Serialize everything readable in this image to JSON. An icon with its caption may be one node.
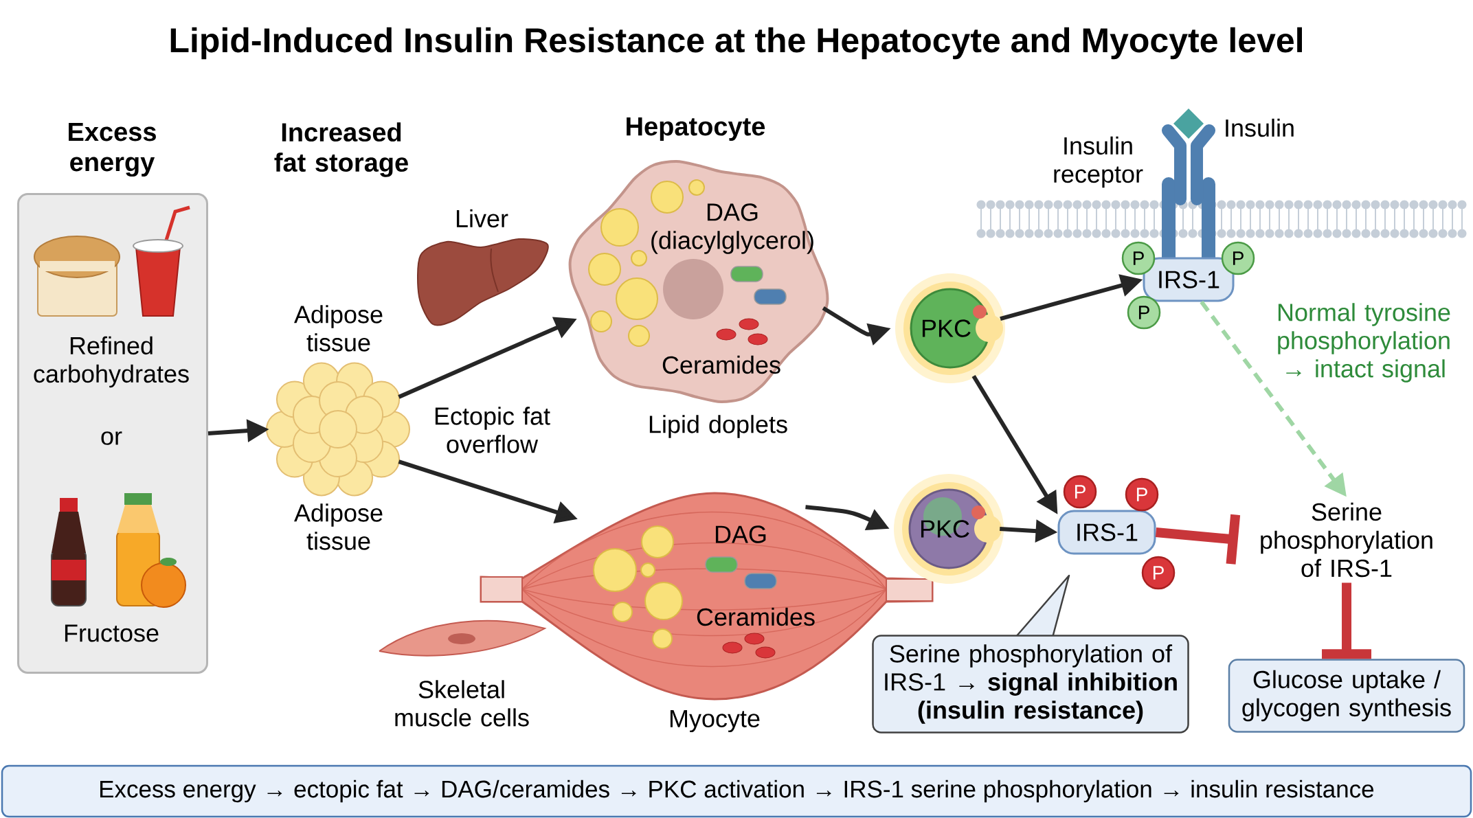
{
  "diagram": {
    "title": "Lipid-Induced Insulin Resistance at the Hepatocyte and Myocyte level",
    "nodes": [
      {
        "text": [
          "Excess energy",
          "Refined carbohydrates",
          "or",
          "Fructose"
        ]
      },
      {
        "text": [
          "Increased fat storage",
          "Adipose tissue",
          "Adipose tissue"
        ]
      },
      {
        "text": [
          "Hepatocyte",
          "DAG (diacylglycerol)",
          "Ceramides"
        ],
        "beside": [
          "Lipid doplets"
        ]
      },
      {
        "text": [
          "DAG",
          "Ceramides"
        ],
        "beside": [
          "Myocyte"
        ]
      },
      {
        "text": [
          "PKC"
        ]
      },
      {
        "text": [
          "PKC"
        ]
      },
      {
        "text": [
          "IRS-1"
        ]
      },
      {
        "text": [
          "P"
        ]
      },
      {
        "text": [
          "P"
        ]
      },
      {
        "text": [
          "P"
        ]
      },
      {
        "text": [
          "IRS-1"
        ]
      },
      {
        "text": [
          "P"
        ]
      },
      {
        "text": [
          "P"
        ]
      },
      {
        "text": [
          "P"
        ]
      },
      {
        "text": [
          "Serine phosphorylation of IRS-1"
        ]
      },
      {
        "text": [
          "Serine phosphorylation of IRS-1 → **signal inhibition (insulin resistance)**"
        ]
      },
      {
        "text": [
          "Glucose uptake / glycogen synthesis"
        ]
      },
      {
        "text": [
          "Excess energy → ectopic fat → DAG/ceramides → PKC activation → IRS-1 serine phosphorylation → insulin resistance"
        ]
      }
    ],
    "edges": [
      {
        "from": 0,
        "to": 1,
        "arrow": "to"
      },
      {
        "from": 1,
        "to": 2,
        "arrow": "to"
      },
      {
        "from": 1,
        "to": 3,
        "arrow": "to"
      },
      {
        "from": 2,
        "to": 4,
        "arrow": "to"
      },
      {
        "from": 3,
        "to": 5,
        "arrow": "to"
      },
      {
        "from": 4,
        "to": 6,
        "arrow": "to"
      },
      {
        "from": 4,
        "to": 10,
        "arrow": "to"
      },
      {
        "from": 5,
        "to": 10,
        "arrow": "to"
      },
      {
        "from": 6,
        "to": 14,
        "arrow": "to",
        "label": "Normal tyrosine phosphorylation → intact signal",
        "style": "dashed",
        "color": "#9fd6a4"
      },
      {
        "from": 10,
        "to": 14,
        "arrow": "other",
        "style": "thick",
        "color": "#c8363a"
      },
      {
        "from": 14,
        "to": 16,
        "arrow": "other",
        "style": "thick",
        "color": "#c8363a"
      }
    ],
    "labels": [
      "Insulin receptor",
      "Insulin",
      "Liver",
      "Ectopic fat overflow",
      "Skeletal muscle cells"
    ]
  }
}
